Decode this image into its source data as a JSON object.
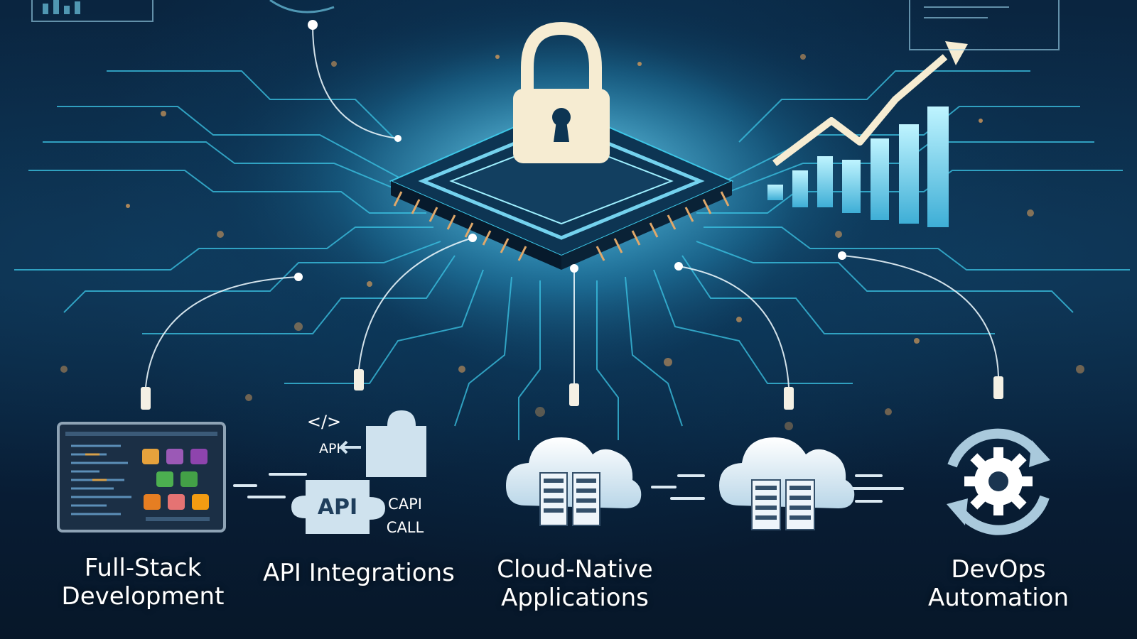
{
  "labels": {
    "full_stack": [
      "Full-Stack",
      "Development"
    ],
    "api": "API Integrations",
    "cloud": [
      "Cloud-Native",
      "Applications"
    ],
    "devops": [
      "DevOps",
      "Automation"
    ]
  },
  "api_icon": {
    "code_tag": "</>",
    "api_small": "API",
    "api_big": "API",
    "capi": "CAPI",
    "call": "CALL"
  },
  "colors": {
    "background": "#0a2540",
    "circuit": "#3cc6e6",
    "glow": "#7fe3ff",
    "bokeh": "#d39a5a",
    "icon_light": "#cfe2ee",
    "lock": "#f6ecd2"
  },
  "icons": [
    "lock-icon",
    "growth-chart-icon",
    "code-editor-icon",
    "puzzle-api-icon",
    "cloud-server-icon",
    "gear-sync-icon"
  ]
}
